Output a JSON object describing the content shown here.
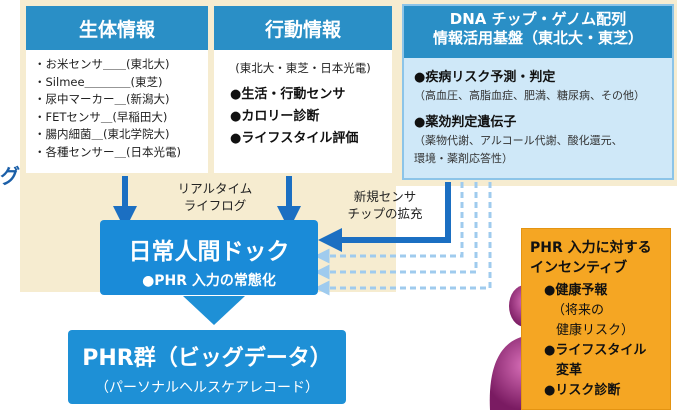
{
  "bio": {
    "title": "生体情報",
    "items": [
      "・お米センサ＿＿(東北大)",
      "・Silmee＿＿＿＿(東芝)",
      "・尿中マーカー＿(新潟大)",
      "・FETセンサ＿(早稲田大)",
      "・腸内細菌＿(東北学院大)",
      "・各種センサー＿(日本光電)"
    ]
  },
  "behavior": {
    "title": "行動情報",
    "orgs": "(東北大・東芝・日本光電)",
    "items": [
      "●生活・行動センサ",
      "●カロリー診断",
      "●ライフスタイル評価"
    ]
  },
  "dna": {
    "title_line1": "DNA チップ・ゲノム配列",
    "title_line2": "情報活用基盤（東北大・東芝）",
    "item1": "●疾病リスク予測・判定",
    "item1_sub": "（高血圧、高脂血症、肥満、糖尿病、その他）",
    "item2": "●薬効判定遺伝子",
    "item2_sub1": "（薬物代謝、アルコール代謝、酸化還元、",
    "item2_sub2": "環境・薬剤応答性）"
  },
  "realtime": {
    "line1": "リアルタイム",
    "line2": "ライフログ"
  },
  "new_sensor": {
    "line1": "新規センサ",
    "line2": "チップの拡充"
  },
  "dock": {
    "title": "日常人間ドック",
    "sub": "●PHR 入力の常態化"
  },
  "phr": {
    "title": "PHR群（ビッグデータ）",
    "sub": "（パーソナルヘルスケアレコード）"
  },
  "incentive": {
    "title1": "PHR 入力に対する",
    "title2": "インセンティブ",
    "items": [
      "●健康予報",
      "（将来の",
      "健康リスク）",
      "●ライフスタイル",
      "変革",
      "●リスク診断"
    ]
  },
  "left_edge": {
    "text": "グ"
  },
  "colors": {
    "header_blue": "#2a8fc6",
    "cream": "#f6ecd0",
    "orange": "#f5a623",
    "arrow_blue": "#1b6fc2"
  }
}
